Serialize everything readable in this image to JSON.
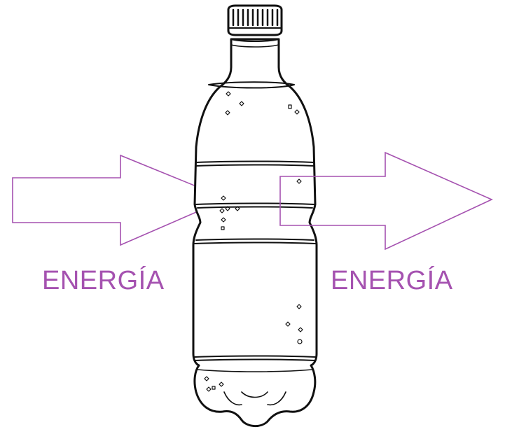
{
  "labels": {
    "incoming": "ENERGÍA",
    "outgoing": "ENERGÍA"
  },
  "colors": {
    "arrow": "#a552b0",
    "label": "#a552b0",
    "bottle_outline": "#111111",
    "background": "#ffffff"
  },
  "icons": {
    "bottle": "plastic-water-bottle",
    "incoming_arrow": "arrow-right",
    "outgoing_arrow": "arrow-right"
  }
}
